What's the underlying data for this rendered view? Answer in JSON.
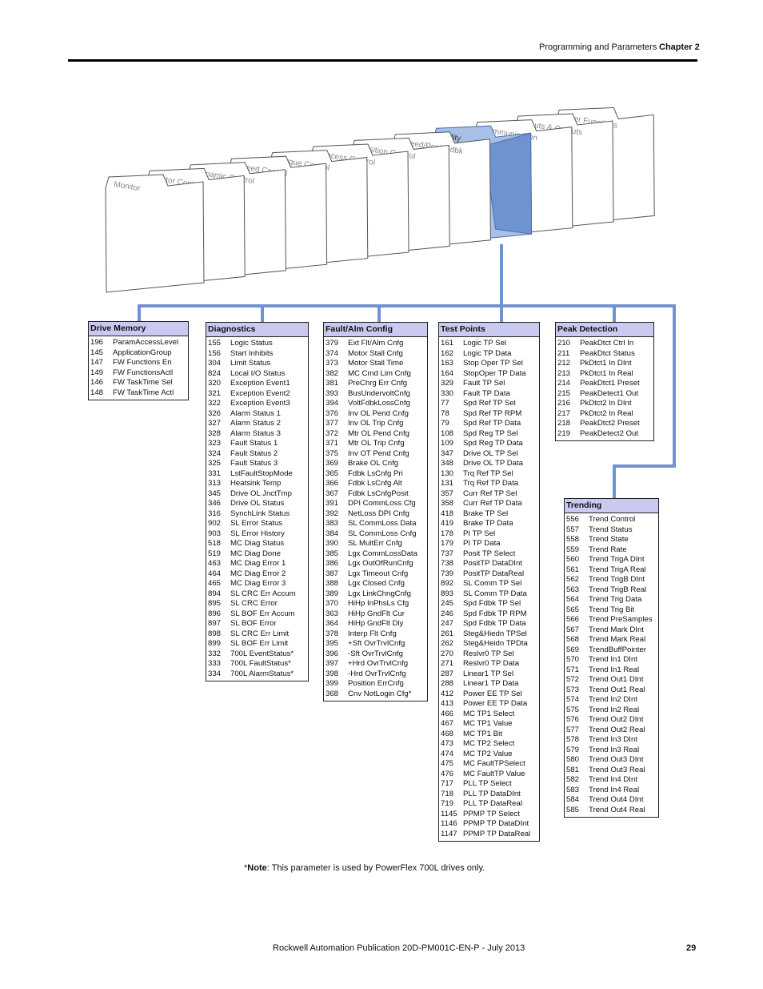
{
  "header": {
    "section": "Programming and Parameters",
    "chapter": "Chapter 2"
  },
  "folders": [
    "Monitor",
    "Motor Control",
    "Dynamic Control",
    "Speed Control",
    "Torque Control",
    "Process Control",
    "Position Control",
    "Speed/Posit Fdbk",
    "Utility",
    "Communication",
    "Inputs & Outputs",
    "User Functions"
  ],
  "selected_folder": "Utility",
  "colors": {
    "accent": "#6f93d0",
    "header_fill": "#c9c9f1"
  },
  "groups": [
    {
      "title": "Drive Memory",
      "rows": [
        [
          "196",
          "ParamAccessLevel"
        ],
        [
          "145",
          "ApplicationGroup"
        ],
        [
          "147",
          "FW Functions En"
        ],
        [
          "149",
          "FW FunctionsActl"
        ],
        [
          "146",
          "FW TaskTime Sel"
        ],
        [
          "148",
          "FW TaskTime Actl"
        ]
      ]
    },
    {
      "title": "Diagnostics",
      "rows": [
        [
          "155",
          "Logic Status"
        ],
        [
          "156",
          "Start Inhibits"
        ],
        [
          "304",
          "Limit Status"
        ],
        [
          "824",
          "Local I/O Status"
        ],
        [
          "320",
          "Exception Event1"
        ],
        [
          "321",
          "Exception Event2"
        ],
        [
          "322",
          "Exception Event3"
        ],
        [
          "326",
          "Alarm Status 1"
        ],
        [
          "327",
          "Alarm Status 2"
        ],
        [
          "328",
          "Alarm Status 3"
        ],
        [
          "323",
          "Fault Status 1"
        ],
        [
          "324",
          "Fault Status 2"
        ],
        [
          "325",
          "Fault Status 3"
        ],
        [
          "331",
          "LstFaultStopMode"
        ],
        [
          "313",
          "Heatsink Temp"
        ],
        [
          "345",
          "Drive OL JnctTmp"
        ],
        [
          "346",
          "Drive OL Status"
        ],
        [
          "316",
          "SynchLink Status"
        ],
        [
          "902",
          "SL Error Status"
        ],
        [
          "903",
          "SL Error History"
        ],
        [
          "518",
          "MC Diag Status"
        ],
        [
          "519",
          "MC Diag Done"
        ],
        [
          "463",
          "MC Diag Error 1"
        ],
        [
          "464",
          "MC Diag Error 2"
        ],
        [
          "465",
          "MC Diag Error 3"
        ],
        [
          "894",
          "SL CRC Err Accum"
        ],
        [
          "895",
          "SL CRC Error"
        ],
        [
          "896",
          "SL BOF Err Accum"
        ],
        [
          "897",
          "SL BOF Error"
        ],
        [
          "898",
          "SL CRC Err Limit"
        ],
        [
          "899",
          "SL BOF Err Limit"
        ],
        [
          "332",
          "700L EventStatus*"
        ],
        [
          "333",
          "700L FaultStatus*"
        ],
        [
          "334",
          "700L AlarmStatus*"
        ]
      ]
    },
    {
      "title": "Fault/Alm Config",
      "rows": [
        [
          "379",
          "Ext Flt/Alm Cnfg"
        ],
        [
          "374",
          "Motor Stall Cnfg"
        ],
        [
          "373",
          "Motor Stall Time"
        ],
        [
          "382",
          "MC Cmd Lim Cnfg"
        ],
        [
          "381",
          "PreChrg Err Cnfg"
        ],
        [
          "393",
          "BusUndervoltCnfg"
        ],
        [
          "394",
          "VoltFdbkLossCnfg"
        ],
        [
          "376",
          "Inv OL Pend Cnfg"
        ],
        [
          "377",
          "Inv OL Trip Cnfg"
        ],
        [
          "372",
          "Mtr OL Pend Cnfg"
        ],
        [
          "371",
          "Mtr OL Trip Cnfg"
        ],
        [
          "375",
          "Inv OT Pend Cnfg"
        ],
        [
          "369",
          "Brake OL Cnfg"
        ],
        [
          "365",
          "Fdbk LsCnfg Pri"
        ],
        [
          "366",
          "Fdbk LsCnfg Alt"
        ],
        [
          "367",
          "Fdbk LsCnfgPosit"
        ],
        [
          "391",
          "DPI CommLoss Cfg"
        ],
        [
          "392",
          "NetLoss DPI Cnfg"
        ],
        [
          "383",
          "SL CommLoss Data"
        ],
        [
          "384",
          "SL CommLoss Cnfg"
        ],
        [
          "390",
          "SL MultErr Cnfg"
        ],
        [
          "385",
          "Lgx CommLossData"
        ],
        [
          "386",
          "Lgx OutOfRunCnfg"
        ],
        [
          "387",
          "Lgx Timeout Cnfg"
        ],
        [
          "388",
          "Lgx Closed Cnfg"
        ],
        [
          "389",
          "Lgx LinkChngCnfg"
        ],
        [
          "370",
          "HiHp InPhsLs Cfg"
        ],
        [
          "363",
          "HiHp GndFlt Cur"
        ],
        [
          "364",
          "HiHp GndFlt Dly"
        ],
        [
          "378",
          "Interp Flt Cnfg"
        ],
        [
          "395",
          "+Sft OvrTrvlCnfg"
        ],
        [
          "396",
          "-Sft OvrTrvlCnfg"
        ],
        [
          "397",
          "+Hrd OvrTrvlCnfg"
        ],
        [
          "398",
          "-Hrd OvrTrvlCnfg"
        ],
        [
          "399",
          "Position ErrCnfg"
        ],
        [
          "368",
          "Cnv NotLogin Cfg*"
        ]
      ]
    },
    {
      "title": "Test Points",
      "rows": [
        [
          "161",
          "Logic TP Sel"
        ],
        [
          "162",
          "Logic TP Data"
        ],
        [
          "163",
          "Stop Oper TP Sel"
        ],
        [
          "164",
          "StopOper TP Data"
        ],
        [
          "329",
          "Fault TP Sel"
        ],
        [
          "330",
          "Fault TP Data"
        ],
        [
          "77",
          "Spd Ref TP Sel"
        ],
        [
          "78",
          "Spd Ref TP RPM"
        ],
        [
          "79",
          "Spd Ref TP Data"
        ],
        [
          "108",
          "Spd Reg TP Sel"
        ],
        [
          "109",
          "Spd Reg TP Data"
        ],
        [
          "347",
          "Drive OL TP Sel"
        ],
        [
          "348",
          "Drive OL TP Data"
        ],
        [
          "130",
          "Trq Ref TP Sel"
        ],
        [
          "131",
          "Trq Ref TP Data"
        ],
        [
          "357",
          "Curr Ref TP Sel"
        ],
        [
          "358",
          "Curr Ref TP Data"
        ],
        [
          "418",
          "Brake TP Sel"
        ],
        [
          "419",
          "Brake TP Data"
        ],
        [
          "178",
          "PI TP Sel"
        ],
        [
          "179",
          "PI TP Data"
        ],
        [
          "737",
          "Posit TP Select"
        ],
        [
          "738",
          "PositTP DataDInt"
        ],
        [
          "739",
          "PositTP DataReal"
        ],
        [
          "892",
          "SL Comm TP Sel"
        ],
        [
          "893",
          "SL Comm TP Data"
        ],
        [
          "245",
          "Spd Fdbk TP Sel"
        ],
        [
          "246",
          "Spd Fdbk TP RPM"
        ],
        [
          "247",
          "Spd Fdbk TP Data"
        ],
        [
          "261",
          "Steg&Hiedn TPSel"
        ],
        [
          "262",
          "Steg&Heidn TPDta"
        ],
        [
          "270",
          "Reslvr0 TP Sel"
        ],
        [
          "271",
          "Reslvr0 TP Data"
        ],
        [
          "287",
          "Linear1 TP Sel"
        ],
        [
          "288",
          "Linear1 TP Data"
        ],
        [
          "412",
          "Power EE TP Sel"
        ],
        [
          "413",
          "Power EE TP Data"
        ],
        [
          "466",
          "MC TP1 Select"
        ],
        [
          "467",
          "MC TP1 Value"
        ],
        [
          "468",
          "MC TP1 Bit"
        ],
        [
          "473",
          "MC TP2 Select"
        ],
        [
          "474",
          "MC TP2 Value"
        ],
        [
          "475",
          "MC FaultTPSelect"
        ],
        [
          "476",
          "MC FaultTP Value"
        ],
        [
          "717",
          "PLL TP Select"
        ],
        [
          "718",
          "PLL TP DataDInt"
        ],
        [
          "719",
          "PLL TP DataReal"
        ],
        [
          "1145",
          "PPMP TP Select"
        ],
        [
          "1146",
          "PPMP TP DataDInt"
        ],
        [
          "1147",
          "PPMP TP DataReal"
        ]
      ]
    },
    {
      "title": "Peak Detection",
      "rows": [
        [
          "210",
          "PeakDtct Ctrl In"
        ],
        [
          "211",
          "PeakDtct Status"
        ],
        [
          "212",
          "PkDtct1 In DInt"
        ],
        [
          "213",
          "PkDtct1 In Real"
        ],
        [
          "214",
          "PeakDtct1 Preset"
        ],
        [
          "215",
          "PeakDetect1 Out"
        ],
        [
          "216",
          "PkDtct2 In DInt"
        ],
        [
          "217",
          "PkDtct2 In Real"
        ],
        [
          "218",
          "PeakDtct2 Preset"
        ],
        [
          "219",
          "PeakDetect2 Out"
        ]
      ]
    },
    {
      "title": "Trending",
      "rows": [
        [
          "556",
          "Trend Control"
        ],
        [
          "557",
          "Trend Status"
        ],
        [
          "558",
          "Trend State"
        ],
        [
          "559",
          "Trend Rate"
        ],
        [
          "560",
          "Trend TrigA DInt"
        ],
        [
          "561",
          "Trend TrigA Real"
        ],
        [
          "562",
          "Trend TrigB DInt"
        ],
        [
          "563",
          "Trend TrigB Real"
        ],
        [
          "564",
          "Trend Trig Data"
        ],
        [
          "565",
          "Trend Trig Bit"
        ],
        [
          "566",
          "Trend PreSamples"
        ],
        [
          "567",
          "Trend Mark DInt"
        ],
        [
          "568",
          "Trend Mark Real"
        ],
        [
          "569",
          "TrendBuffPointer"
        ],
        [
          "570",
          "Trend In1 DInt"
        ],
        [
          "571",
          "Trend In1 Real"
        ],
        [
          "572",
          "Trend Out1 DInt"
        ],
        [
          "573",
          "Trend Out1 Real"
        ],
        [
          "574",
          "Trend In2 DInt"
        ],
        [
          "575",
          "Trend In2 Real"
        ],
        [
          "576",
          "Trend Out2 DInt"
        ],
        [
          "577",
          "Trend Out2 Real"
        ],
        [
          "578",
          "Trend In3 DInt"
        ],
        [
          "579",
          "Trend In3 Real"
        ],
        [
          "580",
          "Trend Out3 DInt"
        ],
        [
          "581",
          "Trend Out3 Real"
        ],
        [
          "582",
          "Trend In4 DInt"
        ],
        [
          "583",
          "Trend In4 Real"
        ],
        [
          "584",
          "Trend Out4 DInt"
        ],
        [
          "585",
          "Trend Out4 Real"
        ]
      ]
    }
  ],
  "footnote": {
    "mark": "*",
    "bold": "Note",
    "text": ": This parameter is used by PowerFlex 700L drives only."
  },
  "footer": {
    "publication": "Rockwell Automation Publication 20D-PM001C-EN-P - July 2013",
    "page": "29"
  }
}
